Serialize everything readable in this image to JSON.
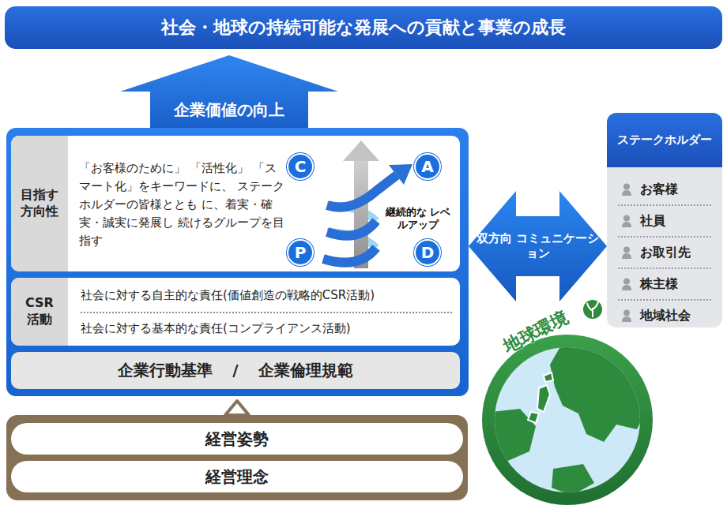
{
  "diagram": {
    "nodes": [
      {
        "text": [
          "社会・地球の持続可能な発展への貢献と事業の成長"
        ]
      },
      {
        "text": []
      },
      {
        "text": [
          "目指す 方向性",
          "「お客様のために」 「活性化」 「スマート化」をキーワードに、 ステークホルダーの皆様ととも に、着実・確実・誠実に発展し 続けるグループを目指す"
        ],
        "in": 1
      },
      {
        "text": [
          "C"
        ],
        "in": 2
      },
      {
        "text": [
          "A"
        ],
        "in": 2
      },
      {
        "text": [
          "P"
        ],
        "in": 2
      },
      {
        "text": [
          "D"
        ],
        "in": 2
      },
      {
        "text": [
          "CSR 活動",
          "社会に対する自主的な責任(価値創造の戦略的CSR活動)",
          "社会に対する基本的な責任(コンプライアンス活動)"
        ],
        "in": 1
      },
      {
        "text": [
          "企業行動基準 / 企業倫理規範"
        ],
        "in": 1
      },
      {
        "text": []
      },
      {
        "text": [
          "経営姿勢"
        ],
        "in": 9
      },
      {
        "text": [
          "経営理念"
        ],
        "in": 9
      },
      {
        "text": [
          "ステークホルダー",
          "お客様",
          "社員",
          "お取引先",
          "株主様",
          "地域社会"
        ]
      },
      {
        "text": [
          "地球環境"
        ]
      }
    ],
    "edges": [
      {
        "from": 1,
        "to": 0,
        "arrow": "to",
        "label": "企業価値の向上"
      },
      {
        "from": 1,
        "to": 12,
        "arrow": "both",
        "label": "双方向 コミュニケーション"
      },
      {
        "from": 9,
        "to": 1,
        "arrow": "to"
      }
    ],
    "labels": [
      "継続的な レベルアップ"
    ]
  }
}
